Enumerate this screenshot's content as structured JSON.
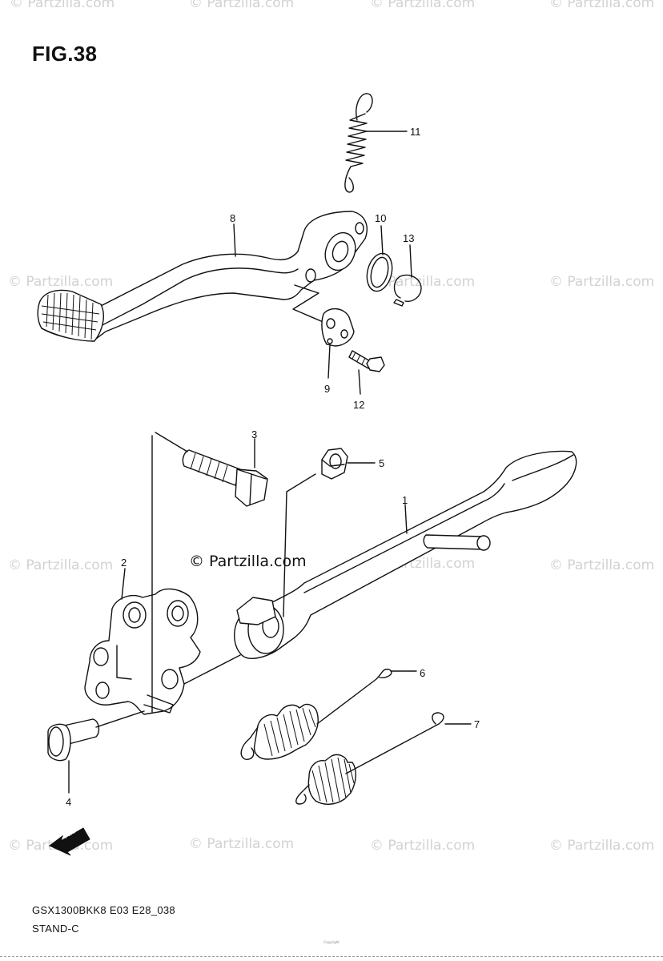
{
  "figure": {
    "title": "FIG.38"
  },
  "footer": {
    "model_code": "GSX1300BKK8 E03 E28_038",
    "section_name": "STAND-C"
  },
  "watermark": {
    "main": "© Partzilla.com",
    "faint": "© Partzilla.com"
  },
  "forward_arrow": {
    "label": "FWD",
    "icon": "forward-arrow-icon"
  },
  "copyright_note": "Copyright",
  "callouts": [
    {
      "id": "1",
      "label": "1"
    },
    {
      "id": "2",
      "label": "2"
    },
    {
      "id": "3",
      "label": "3"
    },
    {
      "id": "4",
      "label": "4"
    },
    {
      "id": "5",
      "label": "5"
    },
    {
      "id": "6",
      "label": "6"
    },
    {
      "id": "7",
      "label": "7"
    },
    {
      "id": "8",
      "label": "8"
    },
    {
      "id": "9",
      "label": "9"
    },
    {
      "id": "10",
      "label": "10"
    },
    {
      "id": "11",
      "label": "11"
    },
    {
      "id": "12",
      "label": "12"
    },
    {
      "id": "13",
      "label": "13"
    }
  ],
  "colors": {
    "line": "#111111",
    "watermark": "#d2d2d2"
  }
}
